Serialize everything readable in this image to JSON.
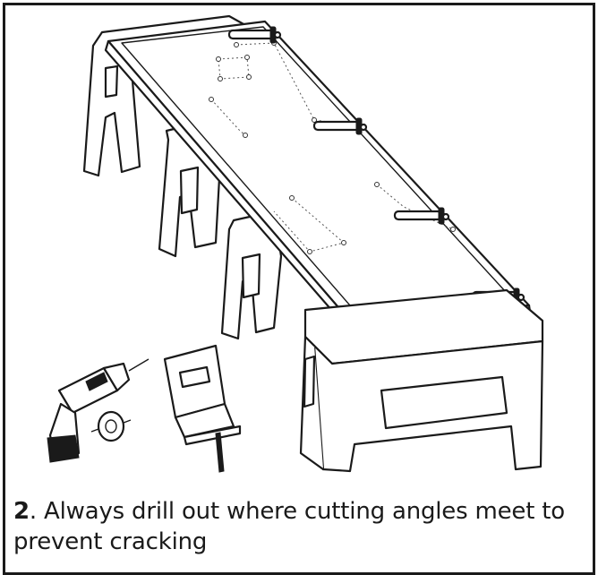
{
  "caption": {
    "step_number": "2",
    "text": ". Always drill out where cutting angles meet to prevent cracking"
  },
  "illustration": {
    "objects": [
      "step-stools",
      "wooden-board",
      "clamps",
      "power-drill",
      "hole-saw-bit",
      "jigsaw"
    ]
  },
  "colors": {
    "line": "#1a1a1a",
    "background": "#ffffff"
  }
}
